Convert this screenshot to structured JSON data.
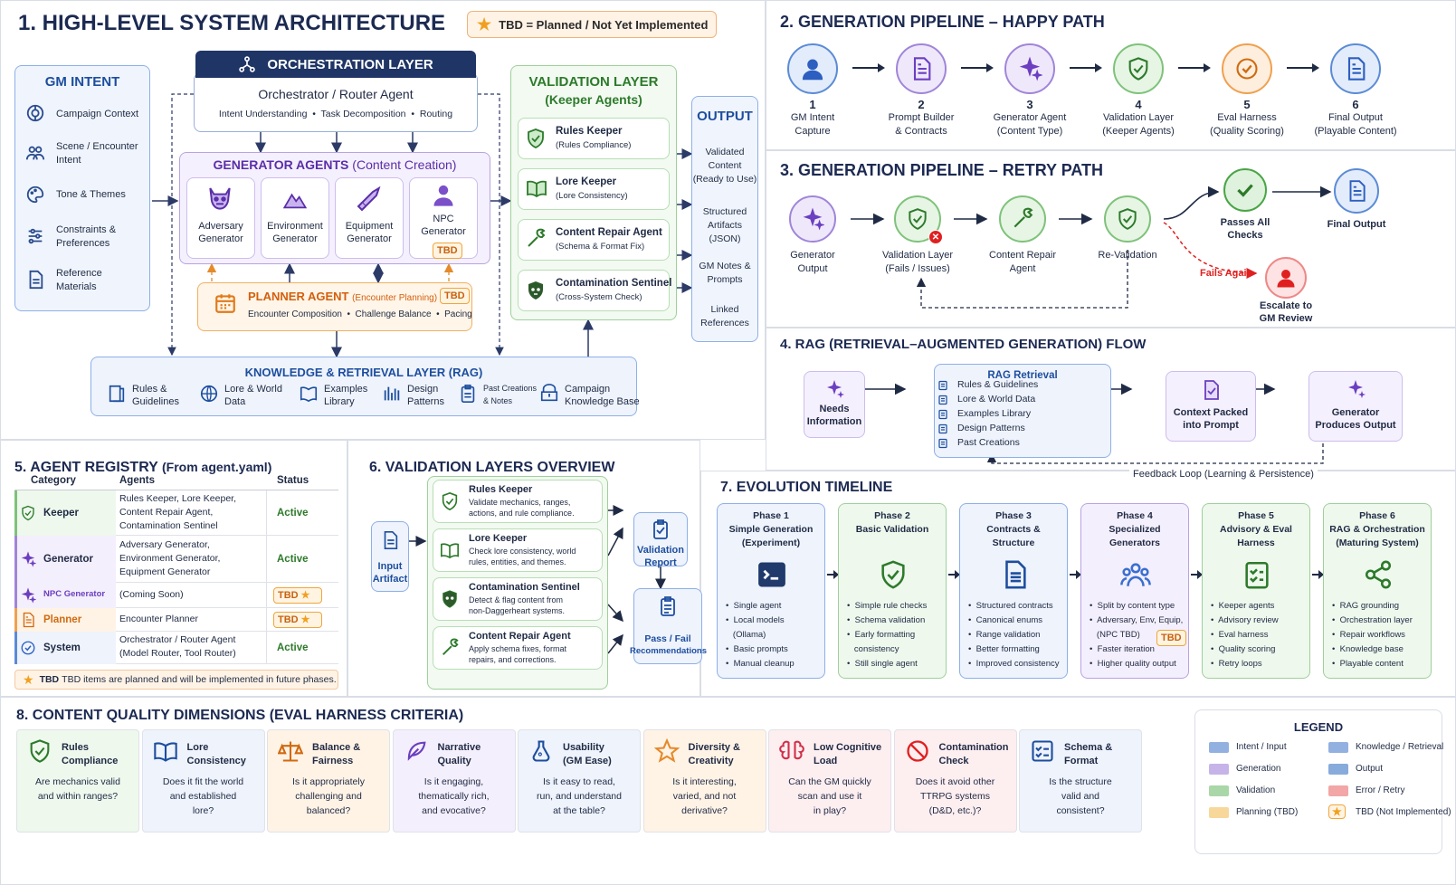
{
  "s1": {
    "title": "1. HIGH-LEVEL SYSTEM ARCHITECTURE",
    "tbd_note": "TBD = Planned / Not Yet Implemented",
    "gm": {
      "title": "GM INTENT",
      "items": [
        "Campaign Context",
        "Scene / Encounter",
        "Intent",
        "Tone & Themes",
        "Constraints &",
        "Preferences",
        "Reference",
        "Materials"
      ]
    },
    "orch": {
      "title": "ORCHESTRATION LAYER",
      "sub": "Orchestrator / Router Agent",
      "line": "Intent Understanding  •  Task Decomposition  •  Routing"
    },
    "gen": {
      "title": "GENERATOR AGENTS",
      "title2": "(Content Creation)",
      "items": [
        [
          "Adversary",
          "Generator"
        ],
        [
          "Environment",
          "Generator"
        ],
        [
          "Equipment",
          "Generator"
        ],
        [
          "NPC",
          "Generator"
        ]
      ],
      "tbd": "TBD"
    },
    "planner": {
      "title": "PLANNER AGENT",
      "title2": "(Encounter Planning)",
      "line": "Encounter Composition  •  Challenge Balance  •  Pacing",
      "tbd": "TBD"
    },
    "val": {
      "title": "VALIDATION LAYER",
      "sub": "(Keeper Agents)",
      "items": [
        [
          "Rules Keeper",
          "(Rules Compliance)"
        ],
        [
          "Lore Keeper",
          "(Lore Consistency)"
        ],
        [
          "Content Repair Agent",
          "(Schema & Format Fix)"
        ],
        [
          "Contamination Sentinel",
          "(Cross-System Check)"
        ]
      ]
    },
    "out": {
      "title": "OUTPUT",
      "items": [
        "Validated",
        "Content",
        "(Ready to Use)",
        "Structured",
        "Artifacts",
        "(JSON)",
        "GM Notes &",
        "Prompts",
        "Linked",
        "References"
      ]
    },
    "rag": {
      "title": "KNOWLEDGE & RETRIEVAL LAYER (RAG)",
      "items": [
        [
          "Rules &",
          "Guidelines"
        ],
        [
          "Lore & World",
          "Data"
        ],
        [
          "Examples",
          "Library"
        ],
        [
          "Design",
          "Patterns"
        ],
        [
          "Past Creations",
          "& Notes"
        ],
        [
          "Campaign",
          "Knowledge Base"
        ]
      ]
    }
  },
  "s2": {
    "title": "2. GENERATION PIPELINE – HAPPY PATH",
    "steps": [
      [
        "1",
        "GM Intent",
        "Capture"
      ],
      [
        "2",
        "Prompt Builder",
        "& Contracts"
      ],
      [
        "3",
        "Generator Agent",
        "(Content Type)"
      ],
      [
        "4",
        "Validation Layer",
        "(Keeper Agents)"
      ],
      [
        "5",
        "Eval Harness",
        "(Quality Scoring)"
      ],
      [
        "6",
        "Final Output",
        "(Playable Content)"
      ]
    ]
  },
  "s3": {
    "title": "3. GENERATION PIPELINE – RETRY PATH",
    "steps": [
      [
        "Generator",
        "Output"
      ],
      [
        "Validation Layer",
        "(Fails / Issues)"
      ],
      [
        "Content Repair",
        "Agent"
      ],
      [
        "Re-Validation",
        ""
      ]
    ],
    "pass": [
      "Passes All",
      "Checks"
    ],
    "final": "Final Output",
    "fails": "Fails Again",
    "esc": [
      "Escalate to",
      "GM Review"
    ]
  },
  "s4": {
    "title": "4. RAG (RETRIEVAL–AUGMENTED GENERATION) FLOW",
    "needs": [
      "Needs",
      "Information"
    ],
    "rag_title": "RAG Retrieval",
    "rag_items": [
      "Rules & Guidelines",
      "Lore & World Data",
      "Examples Library",
      "Design Patterns",
      "Past Creations"
    ],
    "ctx": [
      "Context Packed",
      "into Prompt"
    ],
    "gen": [
      "Generator",
      "Produces Output"
    ],
    "loop": "Feedback Loop (Learning & Persistence)"
  },
  "s5": {
    "title": "5. AGENT REGISTRY",
    "title2": "(From agent.yaml)",
    "headers": [
      "Category",
      "Agents",
      "Status"
    ],
    "rows": [
      {
        "cat": "Keeper",
        "agents": [
          "Rules Keeper, Lore Keeper,",
          "Content Repair Agent,",
          "Contamination Sentinel"
        ],
        "status": "Active"
      },
      {
        "cat": "Generator",
        "agents": [
          "Adversary Generator,",
          "Environment Generator,",
          "Equipment Generator"
        ],
        "status": "Active"
      },
      {
        "cat": "NPC Generator",
        "agents": [
          "(Coming Soon)"
        ],
        "status": "TBD"
      },
      {
        "cat": "Planner",
        "agents": [
          "Encounter Planner"
        ],
        "status": "TBD"
      },
      {
        "cat": "System",
        "agents": [
          "Orchestrator / Router Agent",
          "(Model Router, Tool Router)"
        ],
        "status": "Active"
      }
    ],
    "note": "TBD items are planned and will be implemented in future phases."
  },
  "s6": {
    "title": "6. VALIDATION LAYERS OVERVIEW",
    "input": [
      "Input",
      "Artifact"
    ],
    "items": [
      {
        "t": "Rules Keeper",
        "d": [
          "Validate mechanics, ranges,",
          "actions, and rule compliance."
        ]
      },
      {
        "t": "Lore Keeper",
        "d": [
          "Check lore consistency, world",
          "rules, entities, and themes."
        ]
      },
      {
        "t": "Contamination Sentinel",
        "d": [
          "Detect & flag content from",
          "non-Daggerheart systems."
        ]
      },
      {
        "t": "Content Repair Agent",
        "d": [
          "Apply schema fixes, format",
          "repairs, and corrections."
        ]
      }
    ],
    "report": [
      "Validation",
      "Report"
    ],
    "pf": [
      "Pass / Fail",
      "Recommendations"
    ]
  },
  "s7": {
    "title": "7. EVOLUTION TIMELINE",
    "phases": [
      {
        "h": [
          "Phase 1",
          "Simple Generation",
          "(Experiment)"
        ],
        "b": [
          "Single agent",
          "Local models",
          "(Ollama)",
          "Basic prompts",
          "Manual cleanup"
        ]
      },
      {
        "h": [
          "Phase 2",
          "Basic Validation",
          ""
        ],
        "b": [
          "Simple rule checks",
          "Schema validation",
          "Early formatting",
          "consistency",
          "Still single agent"
        ]
      },
      {
        "h": [
          "Phase 3",
          "Contracts &",
          "Structure"
        ],
        "b": [
          "Structured contracts",
          "Canonical enums",
          "Range validation",
          "Better formatting",
          "Improved consistency"
        ]
      },
      {
        "h": [
          "Phase 4",
          "Specialized",
          "Generators"
        ],
        "b": [
          "Split by content type",
          "Adversary, Env, Equip,",
          "(NPC TBD)",
          "Faster iteration",
          "Higher quality output"
        ],
        "tbd": "TBD"
      },
      {
        "h": [
          "Phase 5",
          "Advisory & Eval",
          "Harness"
        ],
        "b": [
          "Keeper agents",
          "Advisory review",
          "Eval harness",
          "Quality scoring",
          "Retry loops"
        ]
      },
      {
        "h": [
          "Phase 6",
          "RAG & Orchestration",
          "(Maturing System)"
        ],
        "b": [
          "RAG grounding",
          "Orchestration layer",
          "Repair workflows",
          "Knowledge base",
          "Playable content"
        ]
      }
    ]
  },
  "s8": {
    "title": "8. CONTENT QUALITY DIMENSIONS (EVAL HARNESS CRITERIA)",
    "cards": [
      {
        "t": [
          "Rules",
          "Compliance"
        ],
        "q": [
          "Are mechanics valid",
          "and within ranges?"
        ]
      },
      {
        "t": [
          "Lore",
          "Consistency"
        ],
        "q": [
          "Does it fit the world",
          "and established",
          "lore?"
        ]
      },
      {
        "t": [
          "Balance &",
          "Fairness"
        ],
        "q": [
          "Is it appropriately",
          "challenging and",
          "balanced?"
        ]
      },
      {
        "t": [
          "Narrative",
          "Quality"
        ],
        "q": [
          "Is it engaging,",
          "thematically rich,",
          "and evocative?"
        ]
      },
      {
        "t": [
          "Usability",
          "(GM Ease)"
        ],
        "q": [
          "Is it easy to read,",
          "run, and understand",
          "at the table?"
        ]
      },
      {
        "t": [
          "Diversity &",
          "Creativity"
        ],
        "q": [
          "Is it interesting,",
          "varied, and not",
          "derivative?"
        ]
      },
      {
        "t": [
          "Low Cognitive",
          "Load"
        ],
        "q": [
          "Can the GM quickly",
          "scan and use it",
          "in play?"
        ]
      },
      {
        "t": [
          "Contamination",
          "Check"
        ],
        "q": [
          "Does it avoid other",
          "TTRPG systems",
          "(D&D, etc.)?"
        ]
      },
      {
        "t": [
          "Schema &",
          "Format"
        ],
        "q": [
          "Is the structure",
          "valid and",
          "consistent?"
        ]
      }
    ]
  },
  "legend": {
    "title": "LEGEND",
    "items": [
      "Intent / Input",
      "Knowledge / Retrieval",
      "Generation",
      "Output",
      "Validation",
      "Error / Retry",
      "Planning (TBD)",
      "TBD (Not Implemented)"
    ]
  },
  "colors": {
    "intent": "#6f97d6",
    "gen": "#b39be0",
    "val": "#8cca8a",
    "plan": "#f5c97a",
    "know": "#6f97d6",
    "out": "#5f8fcf",
    "err": "#ee8888",
    "tbd": "#f0a020"
  }
}
